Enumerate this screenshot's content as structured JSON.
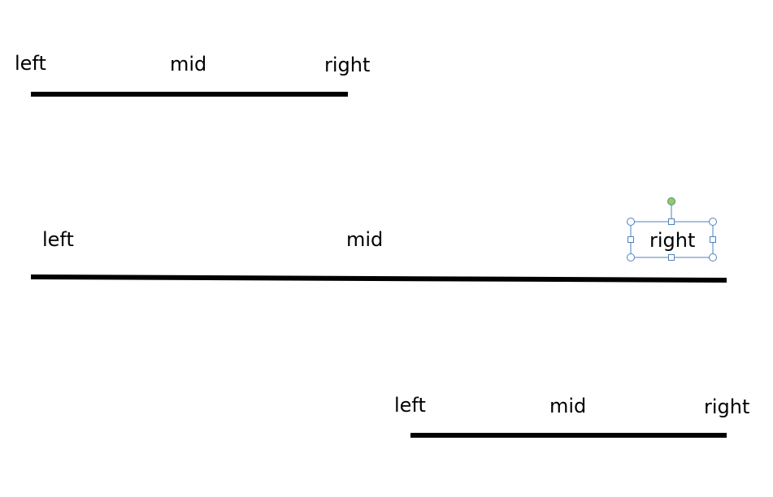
{
  "rulers": [
    {
      "left": "left",
      "mid": "mid",
      "right": "right"
    },
    {
      "left": "left",
      "mid": "mid",
      "right": "right"
    },
    {
      "left": "left",
      "mid": "mid",
      "right": "right"
    }
  ],
  "selection": {
    "text": "right",
    "rotation_handle_color": "#92d050",
    "frame_color": "#4f81bd"
  }
}
